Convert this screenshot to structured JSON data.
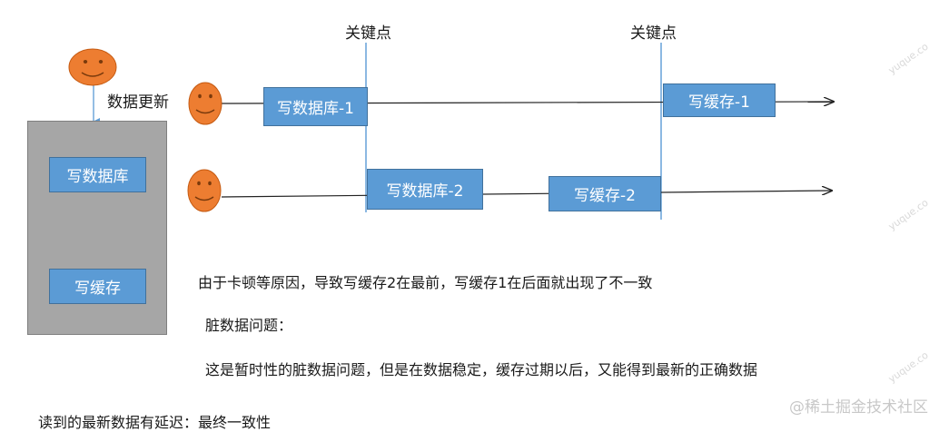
{
  "labels": {
    "key_point_1": "关键点",
    "key_point_2": "关键点",
    "data_update": "数据更新"
  },
  "panel": {
    "write_db": "写数据库",
    "write_cache": "写缓存"
  },
  "row1": {
    "write_db": "写数据库-1",
    "write_cache": "写缓存-1"
  },
  "row2": {
    "write_db": "写数据库-2",
    "write_cache": "写缓存-2"
  },
  "notes": {
    "line1": "由于卡顿等原因，导致写缓存2在最前，写缓存1在后面就出现了不一致",
    "line2": "脏数据问题：",
    "line3": "这是暂时性的脏数据问题，但是在数据稳定，缓存过期以后，又能得到最新的正确数据",
    "line4": "读到的最新数据有延迟：最终一致性"
  },
  "watermark": {
    "text": "yuque.co",
    "brand": "@稀土掘金技术社区"
  },
  "colors": {
    "box_fill": "#5b9bd5",
    "box_border": "#41719c",
    "panel_fill": "#a6a6a6",
    "face_fill": "#ed7d31",
    "vline": "#5b9bd5"
  }
}
